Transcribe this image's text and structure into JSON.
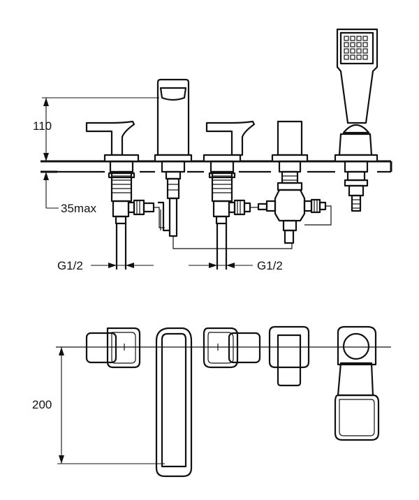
{
  "diagram": {
    "dimensions": {
      "deck_height": "110",
      "below_deck": "35max",
      "connection_left": "G1/2",
      "connection_right": "G1/2",
      "plan_depth": "200"
    }
  }
}
